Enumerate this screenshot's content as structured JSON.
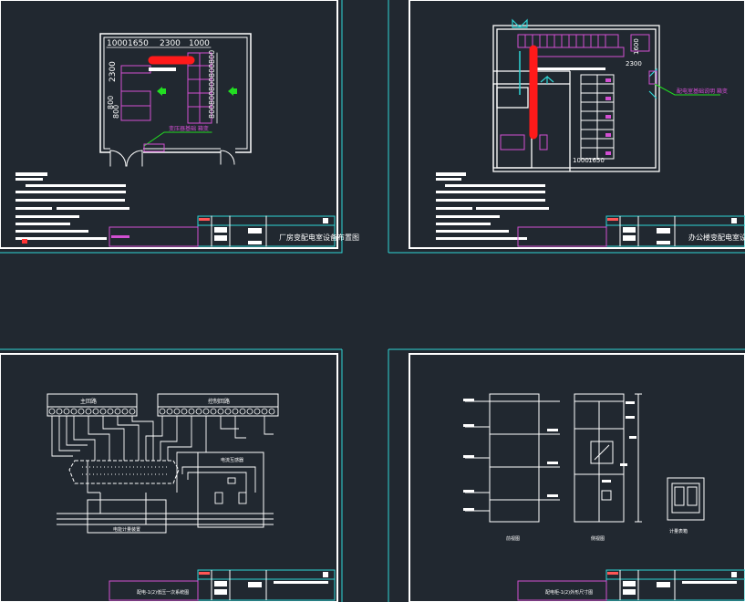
{
  "sheets": [
    {
      "title": "厂房变配电室设备布置图",
      "dims_top": [
        "1000",
        "1650",
        "2300",
        "1000"
      ],
      "dim_left": "2300",
      "dims_left_lower": [
        "800",
        "800"
      ],
      "dims_right": [
        "800",
        "800",
        "800",
        "800",
        "800"
      ],
      "note": "变压器基础 箱变"
    },
    {
      "title": "办公楼变配电室设备布置图",
      "dim_right": "2300",
      "dim_right_small": "1600",
      "dims_bottom": [
        "1000",
        "1650"
      ],
      "note": "配电室基础说明 箱变"
    },
    {
      "title": "电气原理图",
      "bus_left": "主回路",
      "bus_right": "控制回路",
      "box_right": "电流互感器",
      "box_bottom": "电能计量装置",
      "caption": "配电-1(2)低压一次系统图"
    },
    {
      "title": "配电柜外形图",
      "label_front": "前视图",
      "label_side": "侧视图",
      "label_meter": "计量表箱",
      "caption": "配电柜-1(2)外形尺寸图"
    }
  ],
  "colors": {
    "background": "#212830",
    "frame": "#ffffff",
    "border": "#2fd6d6",
    "wall": "#ffffff",
    "cabinet": "#d24fd2",
    "highlight": "#ff1a1a",
    "green": "#22dd22",
    "text": "#ffffff"
  }
}
